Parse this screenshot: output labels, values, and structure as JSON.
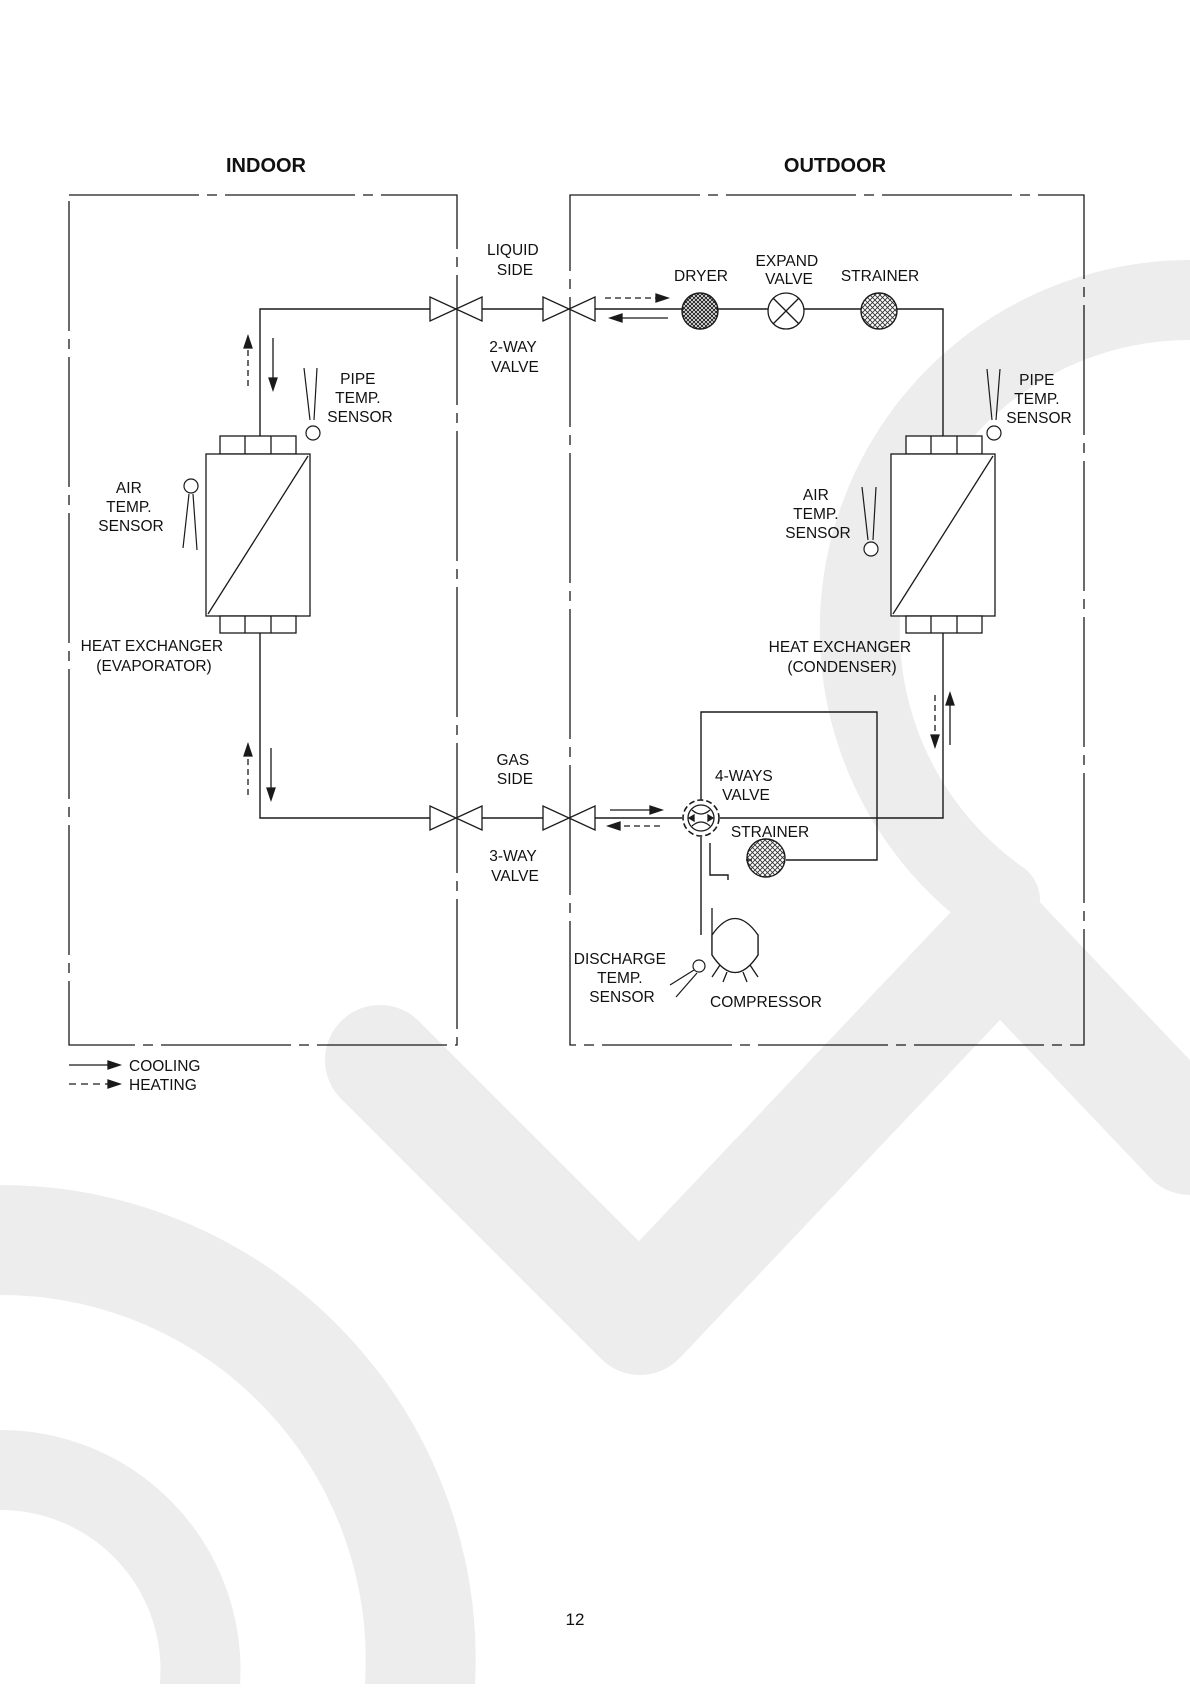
{
  "colors": {
    "line": "#1a1a1a",
    "watermark": "#ededed",
    "background": "#ffffff"
  },
  "headers": {
    "indoor": "INDOOR",
    "outdoor": "OUTDOOR"
  },
  "indoor": {
    "pipe_sensor": [
      "PIPE",
      "TEMP.",
      "SENSOR"
    ],
    "air_sensor": [
      "AIR",
      "TEMP.",
      "SENSOR"
    ],
    "heat_exchanger": [
      "HEAT EXCHANGER",
      "(EVAPORATOR)"
    ]
  },
  "connections": {
    "liquid_side": [
      "LIQUID",
      "SIDE"
    ],
    "two_way_valve": [
      "2-WAY",
      "VALVE"
    ],
    "gas_side": [
      "GAS",
      "SIDE"
    ],
    "three_way_valve": [
      "3-WAY",
      "VALVE"
    ]
  },
  "outdoor": {
    "dryer": "DRYER",
    "expand_valve": [
      "EXPAND",
      "VALVE"
    ],
    "strainer_top": "STRAINER",
    "pipe_sensor": [
      "PIPE",
      "TEMP.",
      "SENSOR"
    ],
    "air_sensor": [
      "AIR",
      "TEMP.",
      "SENSOR"
    ],
    "heat_exchanger": [
      "HEAT EXCHANGER",
      "(CONDENSER)"
    ],
    "four_way_valve": [
      "4-WAYS",
      "VALVE"
    ],
    "strainer_bottom": "STRAINER",
    "discharge_sensor": [
      "DISCHARGE",
      "TEMP.",
      "SENSOR"
    ],
    "compressor": "COMPRESSOR"
  },
  "legend": {
    "cooling": "COOLING",
    "heating": "HEATING"
  },
  "page_number": "12"
}
